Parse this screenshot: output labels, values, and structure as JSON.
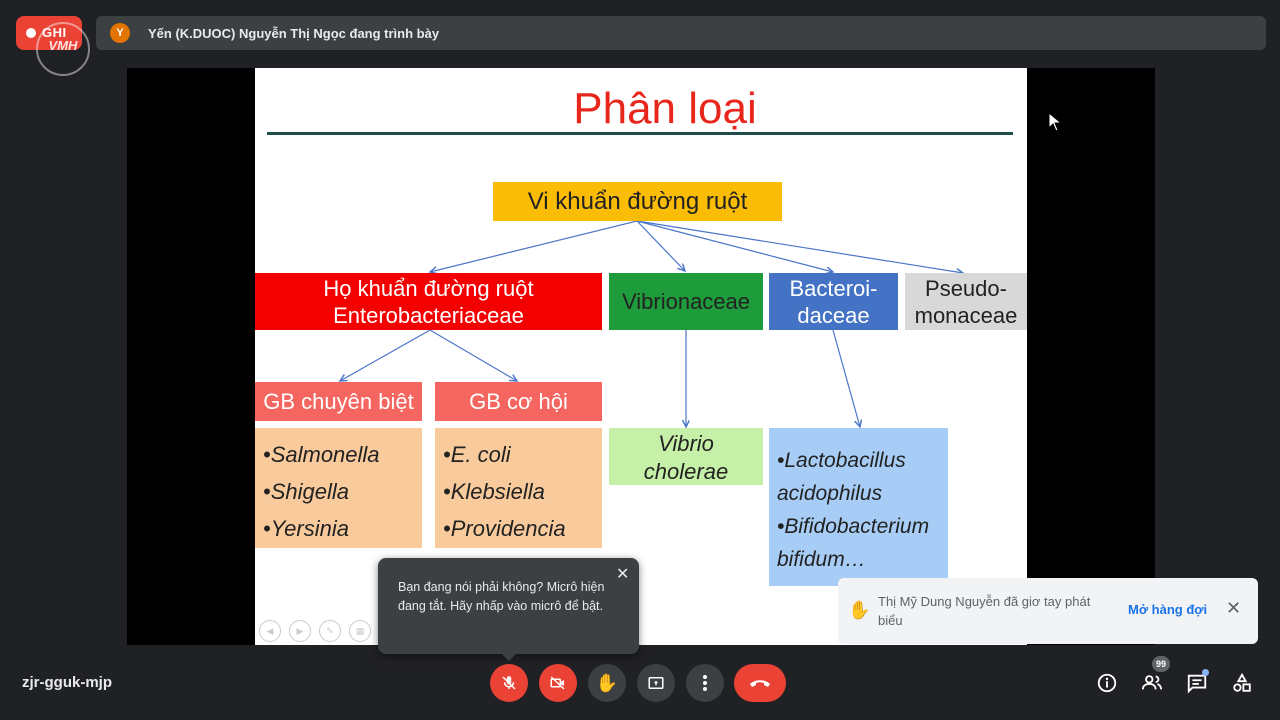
{
  "recording": {
    "label": "GHI"
  },
  "logo_text": "VMH",
  "presenter": {
    "avatar_letter": "Y",
    "text": "Yến (K.DUOC) Nguyễn Thị Ngọc đang trình bày"
  },
  "slide": {
    "title": "Phân loại",
    "root": "Vi khuẩn đường ruột",
    "families": {
      "entero_line1": "Họ khuẩn đường ruột",
      "entero_line2": "Enterobacteriaceae",
      "vibrio": "Vibrionaceae",
      "bact_line1": "Bacteroi-",
      "bact_line2": "daceae",
      "pseudo_line1": "Pseudo-",
      "pseudo_line2": "monaceae"
    },
    "groups": {
      "specific": "GB chuyên biệt",
      "opportunistic": "GB cơ hội"
    },
    "specific_list": [
      "•Salmonella",
      "•Shigella",
      "•Yersinia"
    ],
    "opportunistic_list": [
      "•E. coli",
      "•Klebsiella",
      "•Providencia"
    ],
    "vibrio_species": [
      "Vibrio",
      "cholerae"
    ],
    "bact_species": [
      "•Lactobacillus",
      "acidophilus",
      "•Bifidobacterium",
      "bifidum…"
    ]
  },
  "tooltip": {
    "text": "Bạn đang nói phải không? Micrô hiện đang tắt. Hãy nhấp vào micrô để bật."
  },
  "toast": {
    "text": "Thị Mỹ Dung Nguyễn đã giơ tay phát biểu",
    "action": "Mở hàng đợi"
  },
  "meeting_code": "zjr-gguk-mjp",
  "participants_count": "99",
  "controls": [
    "mic-off",
    "camera-off",
    "raise-hand",
    "present-screen",
    "more-options",
    "end-call"
  ],
  "side_icons": [
    "info",
    "people",
    "chat",
    "activities"
  ]
}
